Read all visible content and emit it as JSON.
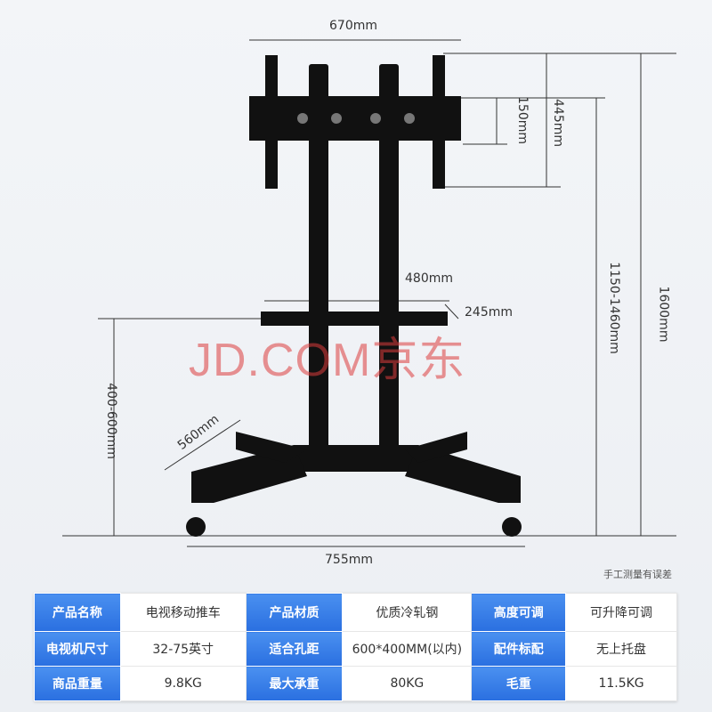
{
  "dimensions": {
    "mount_width": "670mm",
    "vesa_vertical": "150mm",
    "mount_height": "445mm",
    "tray_width": "480mm",
    "tray_depth": "245mm",
    "mount_height_range": "1150-1460mm",
    "total_height": "1600mm",
    "tray_height_range": "400-600mm",
    "leg_length": "560mm",
    "base_width": "755mm"
  },
  "watermark": "JD.COM京东",
  "note": "手工测量有误差",
  "specs": [
    [
      {
        "label": "产品名称",
        "value": "电视移动推车"
      },
      {
        "label": "产品材质",
        "value": "优质冷轧钢"
      },
      {
        "label": "高度可调",
        "value": "可升降可调"
      }
    ],
    [
      {
        "label": "电视机尺寸",
        "value": "32-75英寸"
      },
      {
        "label": "适合孔距",
        "value": "600*400MM(以内)"
      },
      {
        "label": "配件标配",
        "value": "无上托盘"
      }
    ],
    [
      {
        "label": "商品重量",
        "value": "9.8KG"
      },
      {
        "label": "最大承重",
        "value": "80KG"
      },
      {
        "label": "毛重",
        "value": "11.5KG"
      }
    ]
  ],
  "colors": {
    "header_blue": "#2f78e6",
    "watermark": "#dc3c3c"
  }
}
